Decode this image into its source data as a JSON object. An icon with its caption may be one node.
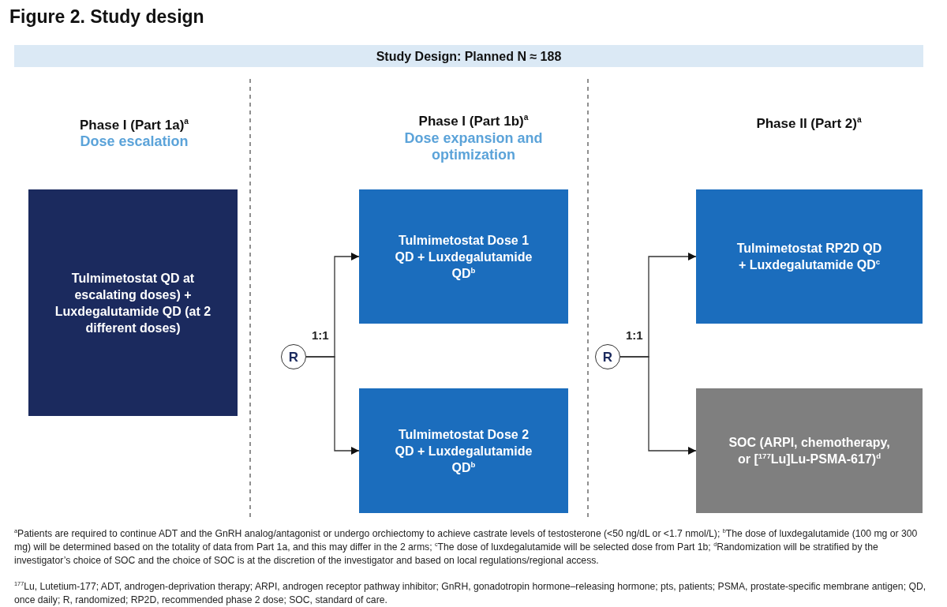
{
  "diagram": {
    "title": "Figure 2. Study design",
    "nodes": [
      {
        "text": [
          "Study Design: Planned N ≈ 188"
        ]
      },
      {
        "text": [
          "Tulmimetostat QD at escalating doses) + Luxdegalutamide QD (at 2 different doses)"
        ]
      },
      {
        "text": [
          "R"
        ]
      },
      {
        "text": [
          "Tulmimetostat Dose 1 QD + Luxdegalutamide QD$^{b}$"
        ]
      },
      {
        "text": [
          "Tulmimetostat Dose 2 QD + Luxdegalutamide QD$^{b}$"
        ]
      },
      {
        "text": [
          "R"
        ]
      },
      {
        "text": [
          "Tulmimetostat RP2D QD + Luxdegalutamide QD$^{c}$"
        ]
      },
      {
        "text": [
          "SOC (ARPI, chemotherapy, or [$^{177}$Lu]Lu-PSMA-617)$^{d}$"
        ]
      }
    ],
    "edges": [
      {
        "from": 2,
        "to": 3,
        "arrow": "to",
        "label": "1:1"
      },
      {
        "from": 2,
        "to": 4,
        "arrow": "to"
      },
      {
        "from": 5,
        "to": 6,
        "arrow": "to",
        "label": "1:1"
      },
      {
        "from": 5,
        "to": 7,
        "arrow": "to"
      }
    ],
    "labels": [
      "Phase I (Part 1a)$^{a}$",
      "Dose escalation",
      "Phase I (Part 1b)$^{a}$",
      "Dose expansion and optimization",
      "Phase II (Part 2)$^{a}$",
      "$^{a}$Patients are required to continue ADT and the GnRH analog/antagonist or undergo orchiectomy to achieve castrate levels of testosterone (<50 ng/dL or <1.7 nmol/L); $^{b}$The dose of luxdegalutamide (100 mg or 300 mg) will be determined based on the totality of data from Part 1a, and this may differ in the 2 arms; $^{c}$The dose of luxdegalutamide will be selected dose from Part 1b; $^{d}$Randomization will be stratified by the investigator’s choice of SOC and the choice of SOC is at the discretion of the investigator and based on local regulations/regional access.",
      "$^{177}$Lu, Lutetium-177; ADT, androgen-deprivation therapy; ARPI, androgen receptor pathway inhibitor; GnRH, gonadotropin hormone–releasing hormone; pts, patients; PSMA, prostate-specific membrane antigen; QD, once daily; R, randomized; RP2D, recommended phase 2 dose; SOC, standard of care."
    ]
  }
}
